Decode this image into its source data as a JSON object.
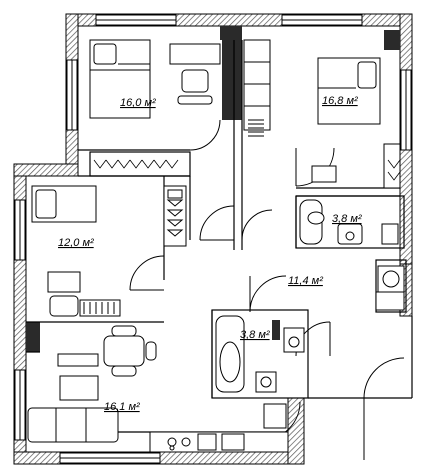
{
  "rooms": [
    {
      "id": "bedroom-top-left",
      "area": "16,0 м²"
    },
    {
      "id": "bedroom-top-right",
      "area": "16,8 м²"
    },
    {
      "id": "bathroom-top",
      "area": "3,8 м²"
    },
    {
      "id": "bedroom-left",
      "area": "12,0 м²"
    },
    {
      "id": "hallway",
      "area": "11,4 м²"
    },
    {
      "id": "bathroom-bottom",
      "area": "3,8 м²"
    },
    {
      "id": "living-kitchen",
      "area": "16,1 м²"
    }
  ],
  "colors": {
    "wall": "#2a2a2a",
    "line": "#000000",
    "background": "#ffffff",
    "hatch": "#555555"
  }
}
